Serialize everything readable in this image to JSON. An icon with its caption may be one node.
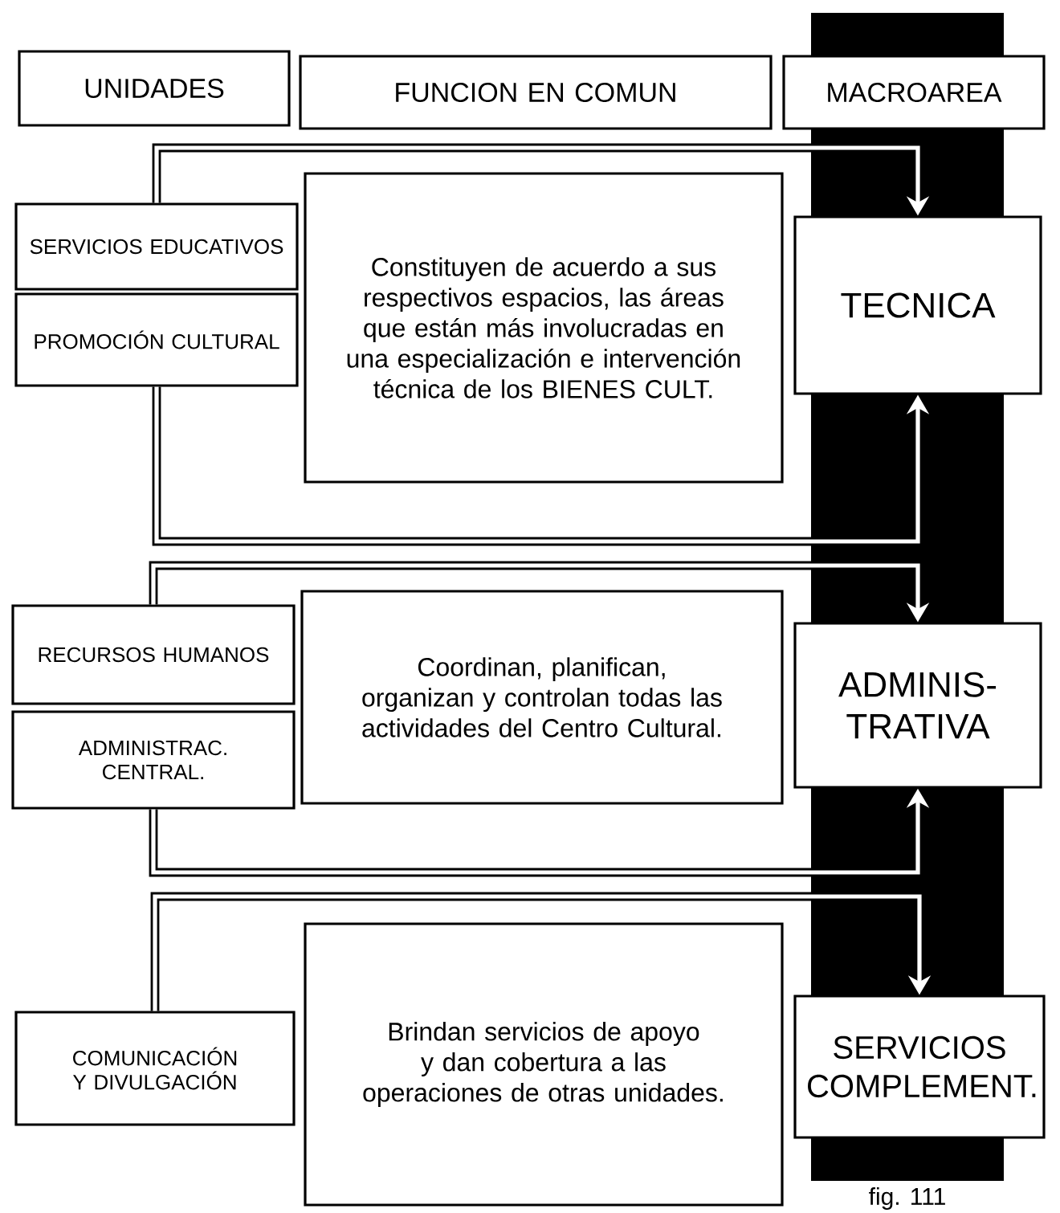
{
  "diagram": {
    "nodes": [
      {
        "text": [
          "UNIDADES"
        ]
      },
      {
        "text": [
          "FUNCION EN COMUN"
        ]
      },
      {
        "text": [
          "MACROAREA"
        ]
      },
      {
        "text": [
          "SERVICIOS EDUCATIVOS"
        ]
      },
      {
        "text": [
          "PROMOCIÓN CULTURAL"
        ]
      },
      {
        "text": [
          "Constituyen de acuerdo a sus respectivos espacios, las áreas que están más involucradas en una especialización e intervención técnica de los BIENES CULT."
        ]
      },
      {
        "text": [
          "TECNICA"
        ]
      },
      {
        "text": [
          "RECURSOS HUMANOS"
        ]
      },
      {
        "text": [
          "ADMINISTRAC. CENTRAL."
        ]
      },
      {
        "text": [
          "Coordinan, planifican, organizan y controlan todas las actividades del Centro Cultural."
        ]
      },
      {
        "text": [
          "ADMINIS- TRATIVA"
        ]
      },
      {
        "text": [
          "COMUNICACIÓN Y DIVULGACIÓN"
        ]
      },
      {
        "text": [
          "Brindan servicios de apoyo y dan cobertura a las operaciones de otras unidades."
        ]
      },
      {
        "text": [
          "SERVICIOS COMPLEMENT."
        ]
      }
    ],
    "edges": [
      {
        "from": 3,
        "to": 6,
        "arrow": "to"
      },
      {
        "from": 4,
        "to": 6,
        "arrow": "to"
      },
      {
        "from": 7,
        "to": 10,
        "arrow": "to"
      },
      {
        "from": 8,
        "to": 10,
        "arrow": "to"
      },
      {
        "from": 11,
        "to": 13,
        "arrow": "to"
      }
    ],
    "labels": [
      "fig. 111"
    ]
  }
}
